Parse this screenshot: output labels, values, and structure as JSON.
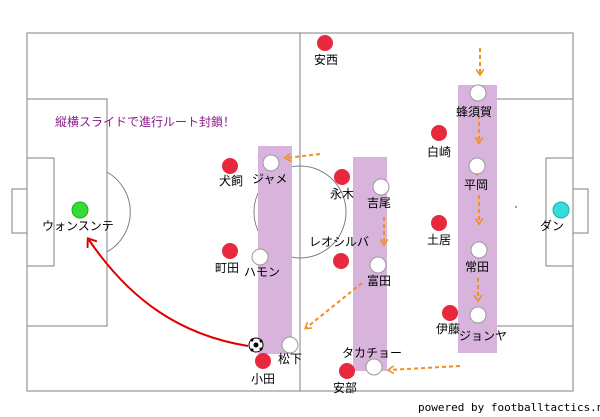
{
  "diagram": {
    "note": "縦横スライドで進行ルート封鎖！",
    "credit": "powered by footballtactics.net",
    "colors": {
      "red_team": "#e8283c",
      "white_team": "#ffffff",
      "keeper_green": "#33dd33",
      "keeper_cyan": "#33dddd",
      "zone": "#d8b4dc",
      "orange_arrow": "#f0901e",
      "red_arrow": "#e00000",
      "line": "#808080"
    },
    "players": {
      "anzai": "安西",
      "hachisuka": "蜂須賀",
      "shirasaki": "白崎",
      "inukai": "犬飼",
      "jayme": "ジャメ",
      "nagaki": "永木",
      "yoshio": "吉尾",
      "hiraoka": "平岡",
      "dan": "ダン",
      "wonsunte": "ウォンスンテ",
      "reoshiruba": "レオシルバ",
      "doi": "土居",
      "machida": "町田",
      "hamon": "ハモン",
      "tomita": "富田",
      "tsuneda": "常田",
      "ito": "伊藤",
      "jonya": "ジョンヤ",
      "matsushita": "松下",
      "takacho": "タカチョー",
      "oda": "小田",
      "abe": "安部"
    }
  }
}
